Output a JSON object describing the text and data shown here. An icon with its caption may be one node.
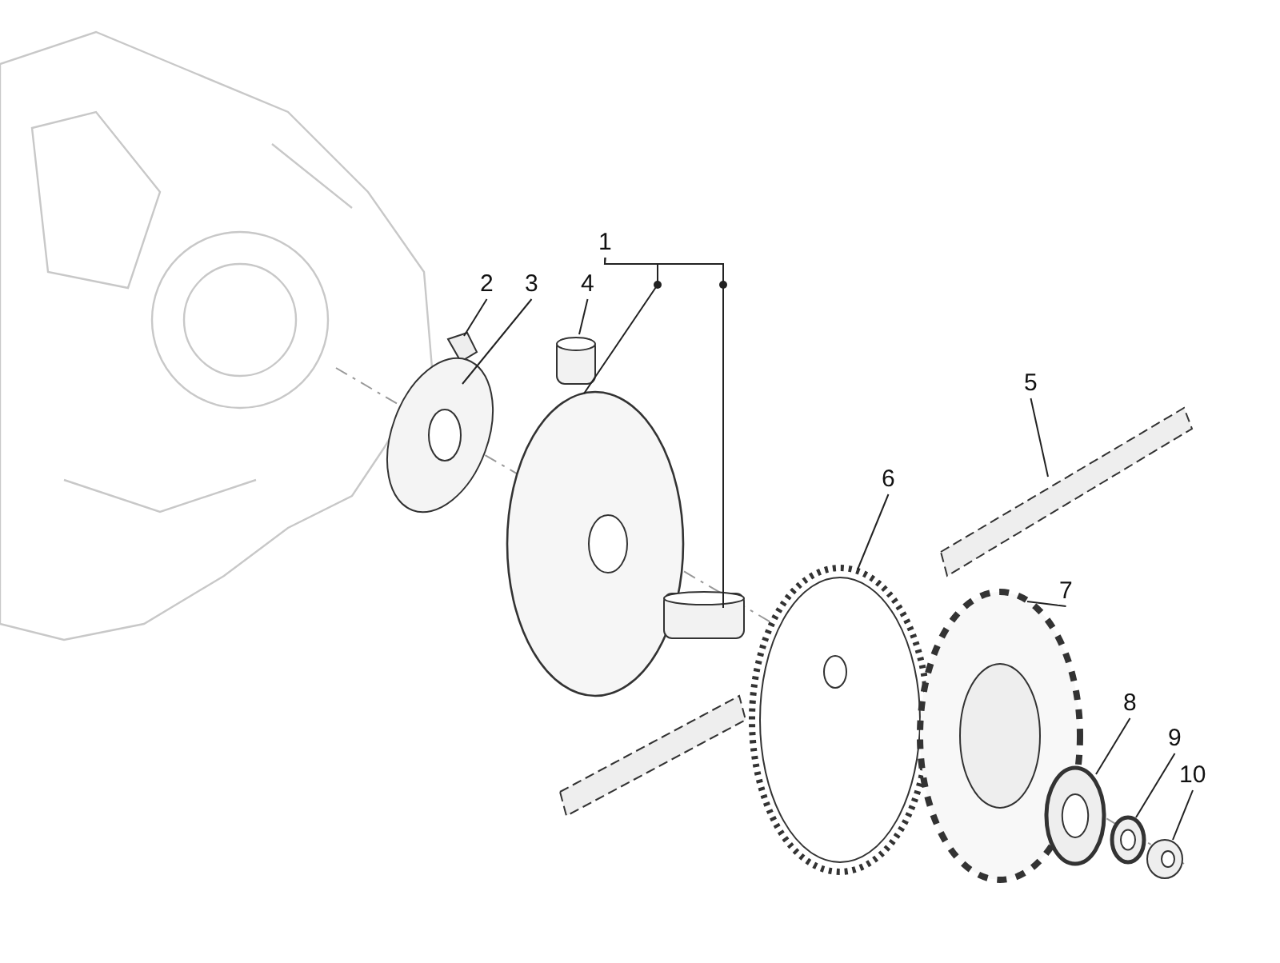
{
  "diagram": {
    "nodes": [
      {
        "text": [
          "1"
        ]
      },
      {
        "text": [
          "2"
        ]
      },
      {
        "text": [
          "3"
        ]
      },
      {
        "text": [
          "4"
        ]
      },
      {
        "text": [
          "5"
        ]
      },
      {
        "text": [
          "6"
        ]
      },
      {
        "text": [
          "7"
        ]
      },
      {
        "text": [
          "8"
        ]
      },
      {
        "text": [
          "9"
        ]
      },
      {
        "text": [
          "10"
        ]
      },
      {
        "text": [],
        "shape": "picture"
      },
      {
        "text": [],
        "shape": "picture"
      },
      {
        "text": [],
        "shape": "cylinder"
      },
      {
        "text": [],
        "shape": "picture"
      },
      {
        "text": [],
        "shape": "cylinder"
      },
      {
        "text": [],
        "shape": "picture"
      },
      {
        "text": [],
        "shape": "picture"
      },
      {
        "text": [],
        "shape": "picture"
      },
      {
        "text": [],
        "shape": "circle"
      },
      {
        "text": [],
        "shape": "circle"
      },
      {
        "text": [],
        "shape": "picture"
      }
    ],
    "edges": [
      {
        "from": 0,
        "to": 13,
        "arrow": "none"
      },
      {
        "from": 0,
        "to": 14,
        "arrow": "none"
      },
      {
        "from": 1,
        "to": 10,
        "arrow": "none"
      },
      {
        "from": 2,
        "to": 11,
        "arrow": "none"
      },
      {
        "from": 3,
        "to": 12,
        "arrow": "none"
      },
      {
        "from": 4,
        "to": 15,
        "arrow": "none"
      },
      {
        "from": 5,
        "to": 16,
        "arrow": "none"
      },
      {
        "from": 6,
        "to": 17,
        "arrow": "none"
      },
      {
        "from": 7,
        "to": 18,
        "arrow": "none"
      },
      {
        "from": 8,
        "to": 19,
        "arrow": "none"
      },
      {
        "from": 9,
        "to": 20,
        "arrow": "none"
      }
    ]
  }
}
